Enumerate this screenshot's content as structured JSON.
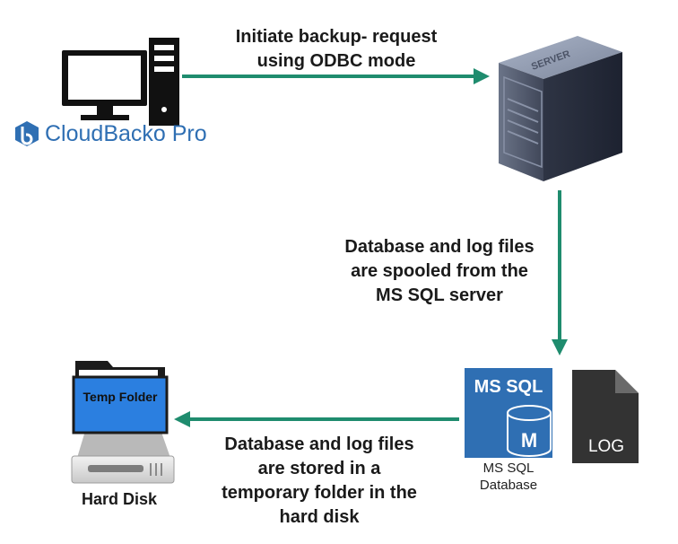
{
  "brand": {
    "name": "CloudBacko Pro",
    "color": "#2f6fb3"
  },
  "labels": {
    "step1": [
      "Initiate backup- request",
      "using ODBC mode"
    ],
    "step2": [
      "Database and log files",
      "are spooled from the",
      "MS SQL server"
    ],
    "step3": [
      "Database and log files",
      "are stored in a",
      "temporary folder in the",
      "hard disk"
    ]
  },
  "server": {
    "text": "SERVER"
  },
  "mssql": {
    "title": "MS SQL",
    "letter": "M",
    "caption": [
      "MS SQL",
      "Database"
    ]
  },
  "log": {
    "text": "LOG"
  },
  "folder": {
    "text": "Temp Folder"
  },
  "disk": {
    "caption": "Hard Disk"
  },
  "colors": {
    "arrow": "#1f8c6e",
    "mssql": "#2f6fb3",
    "folder": "#2b7fe0",
    "log": "#333333"
  }
}
